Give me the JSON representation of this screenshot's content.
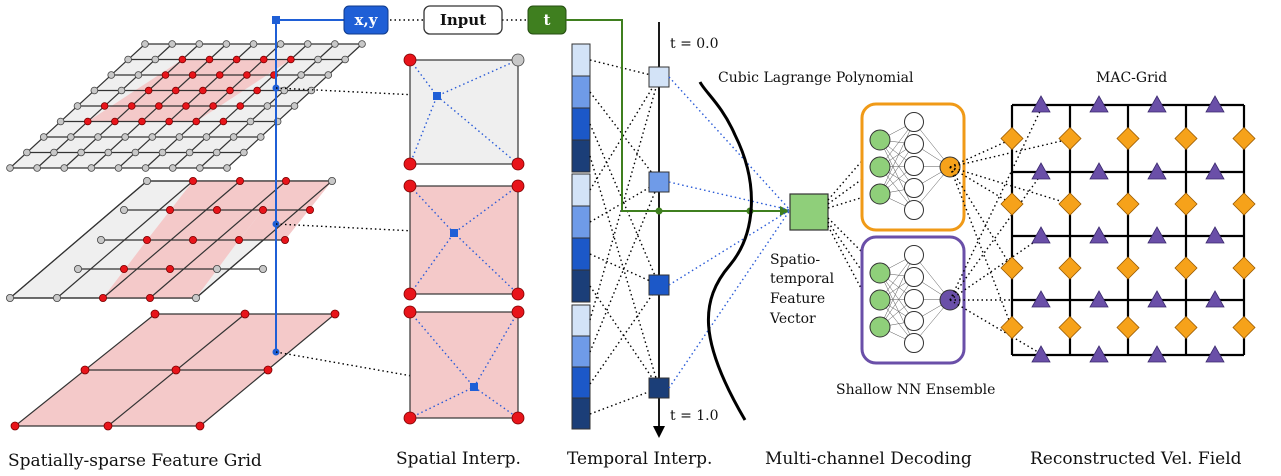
{
  "inputs": {
    "xy": "x,y",
    "input": "Input",
    "t": "t"
  },
  "temporal": {
    "t_start": "t = 0.0",
    "t_end": "t = 1.0"
  },
  "labels": {
    "polynomial": "Cubic Lagrange Polynomial",
    "feature_vector": [
      "Spatio-",
      "temporal",
      "Feature",
      "Vector"
    ],
    "ensemble": "Shallow NN Ensemble",
    "mac_grid": "MAC-Grid"
  },
  "captions": {
    "grid": "Spatially-sparse Feature Grid",
    "spatial": "Spatial Interp.",
    "temporal": "Temporal Interp.",
    "decoding": "Multi-channel Decoding",
    "field": "Reconstructed  Vel. Field"
  },
  "colors": {
    "blue": "#1f5fd6",
    "green": "#3f7f1f",
    "red_node": "#e8141a",
    "pink_fill": "#f4c9c9",
    "orange": "#f6a21a",
    "purple": "#6a4fa8",
    "nn_green": "#8fcf7a"
  }
}
